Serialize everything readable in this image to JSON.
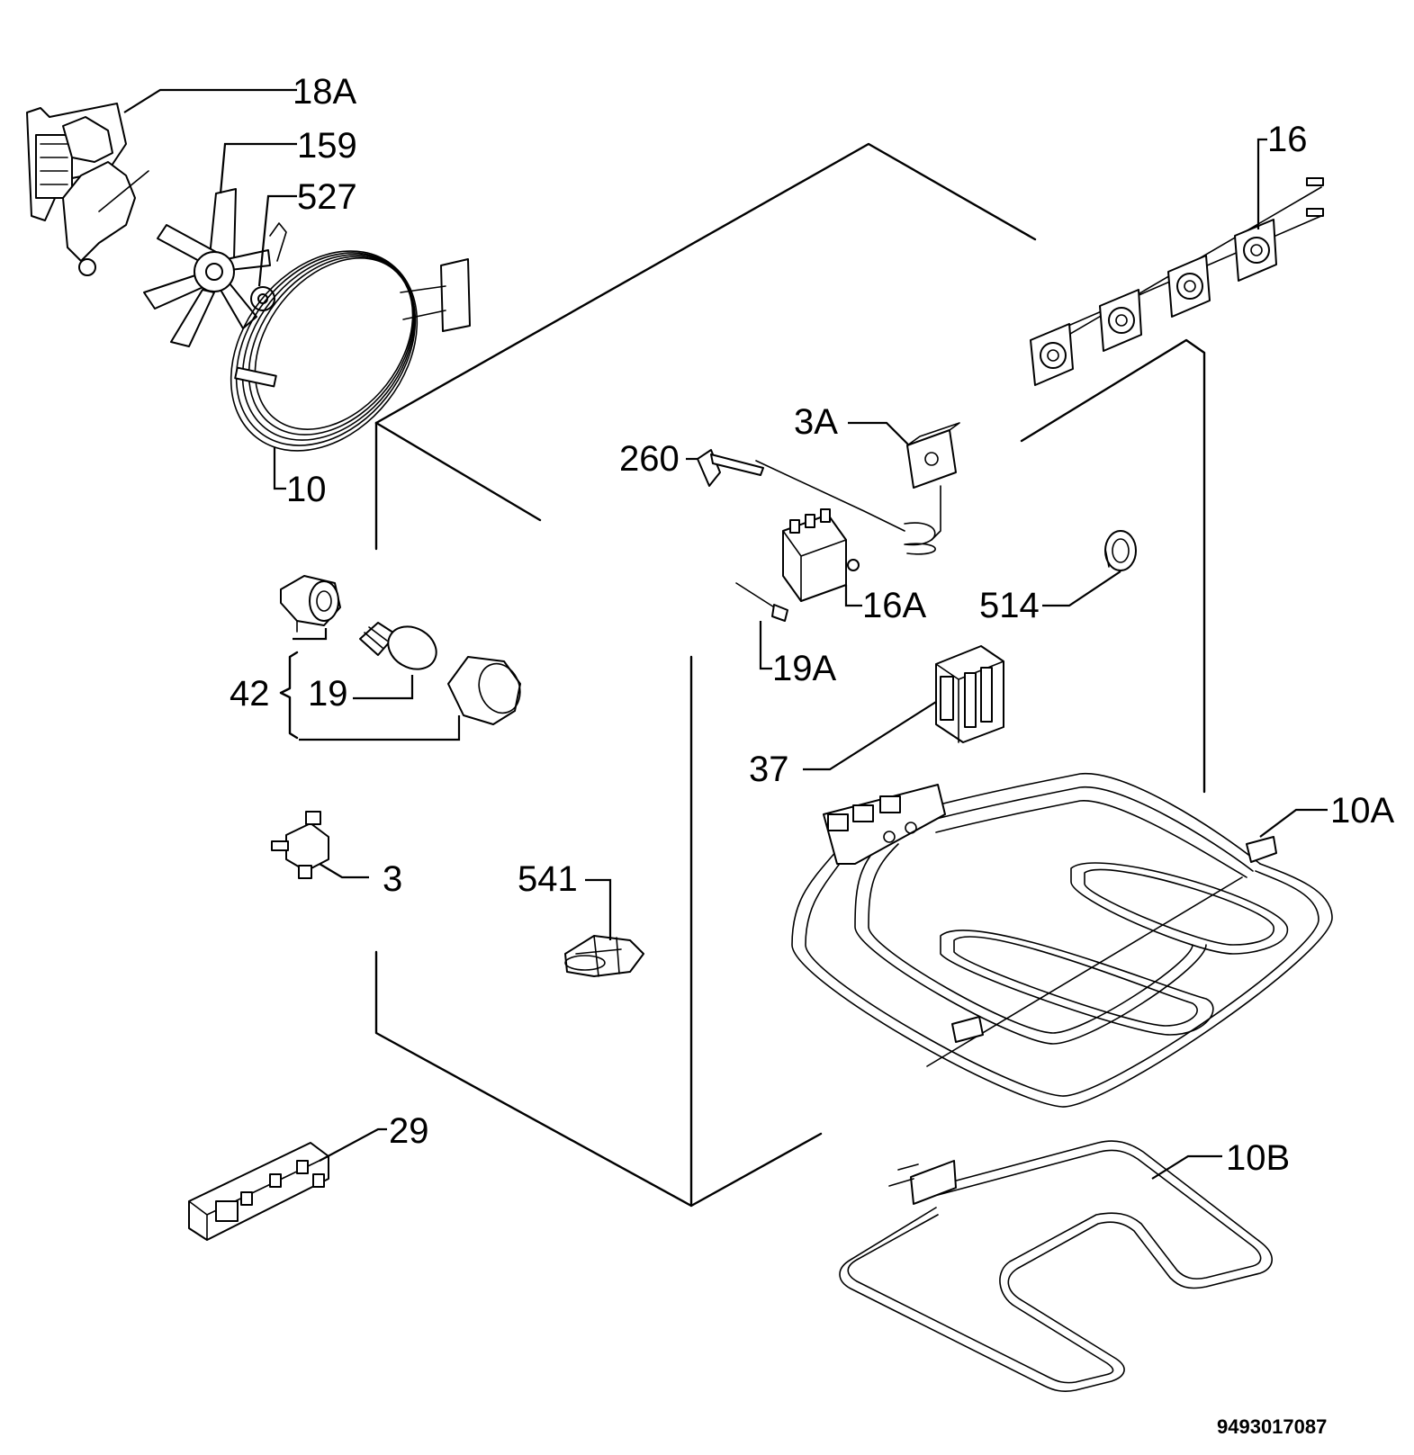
{
  "labels": {
    "l18A": "18A",
    "l159": "159",
    "l527": "527",
    "l10": "10",
    "l16": "16",
    "l3A": "3A",
    "l260": "260",
    "l16A": "16A",
    "l514": "514",
    "l19A": "19A",
    "l42": "42",
    "l19": "19",
    "l37": "37",
    "l10A": "10A",
    "l3": "3",
    "l541": "541",
    "l29": "29",
    "l10B": "10B"
  },
  "drawing_code": "9493017087"
}
